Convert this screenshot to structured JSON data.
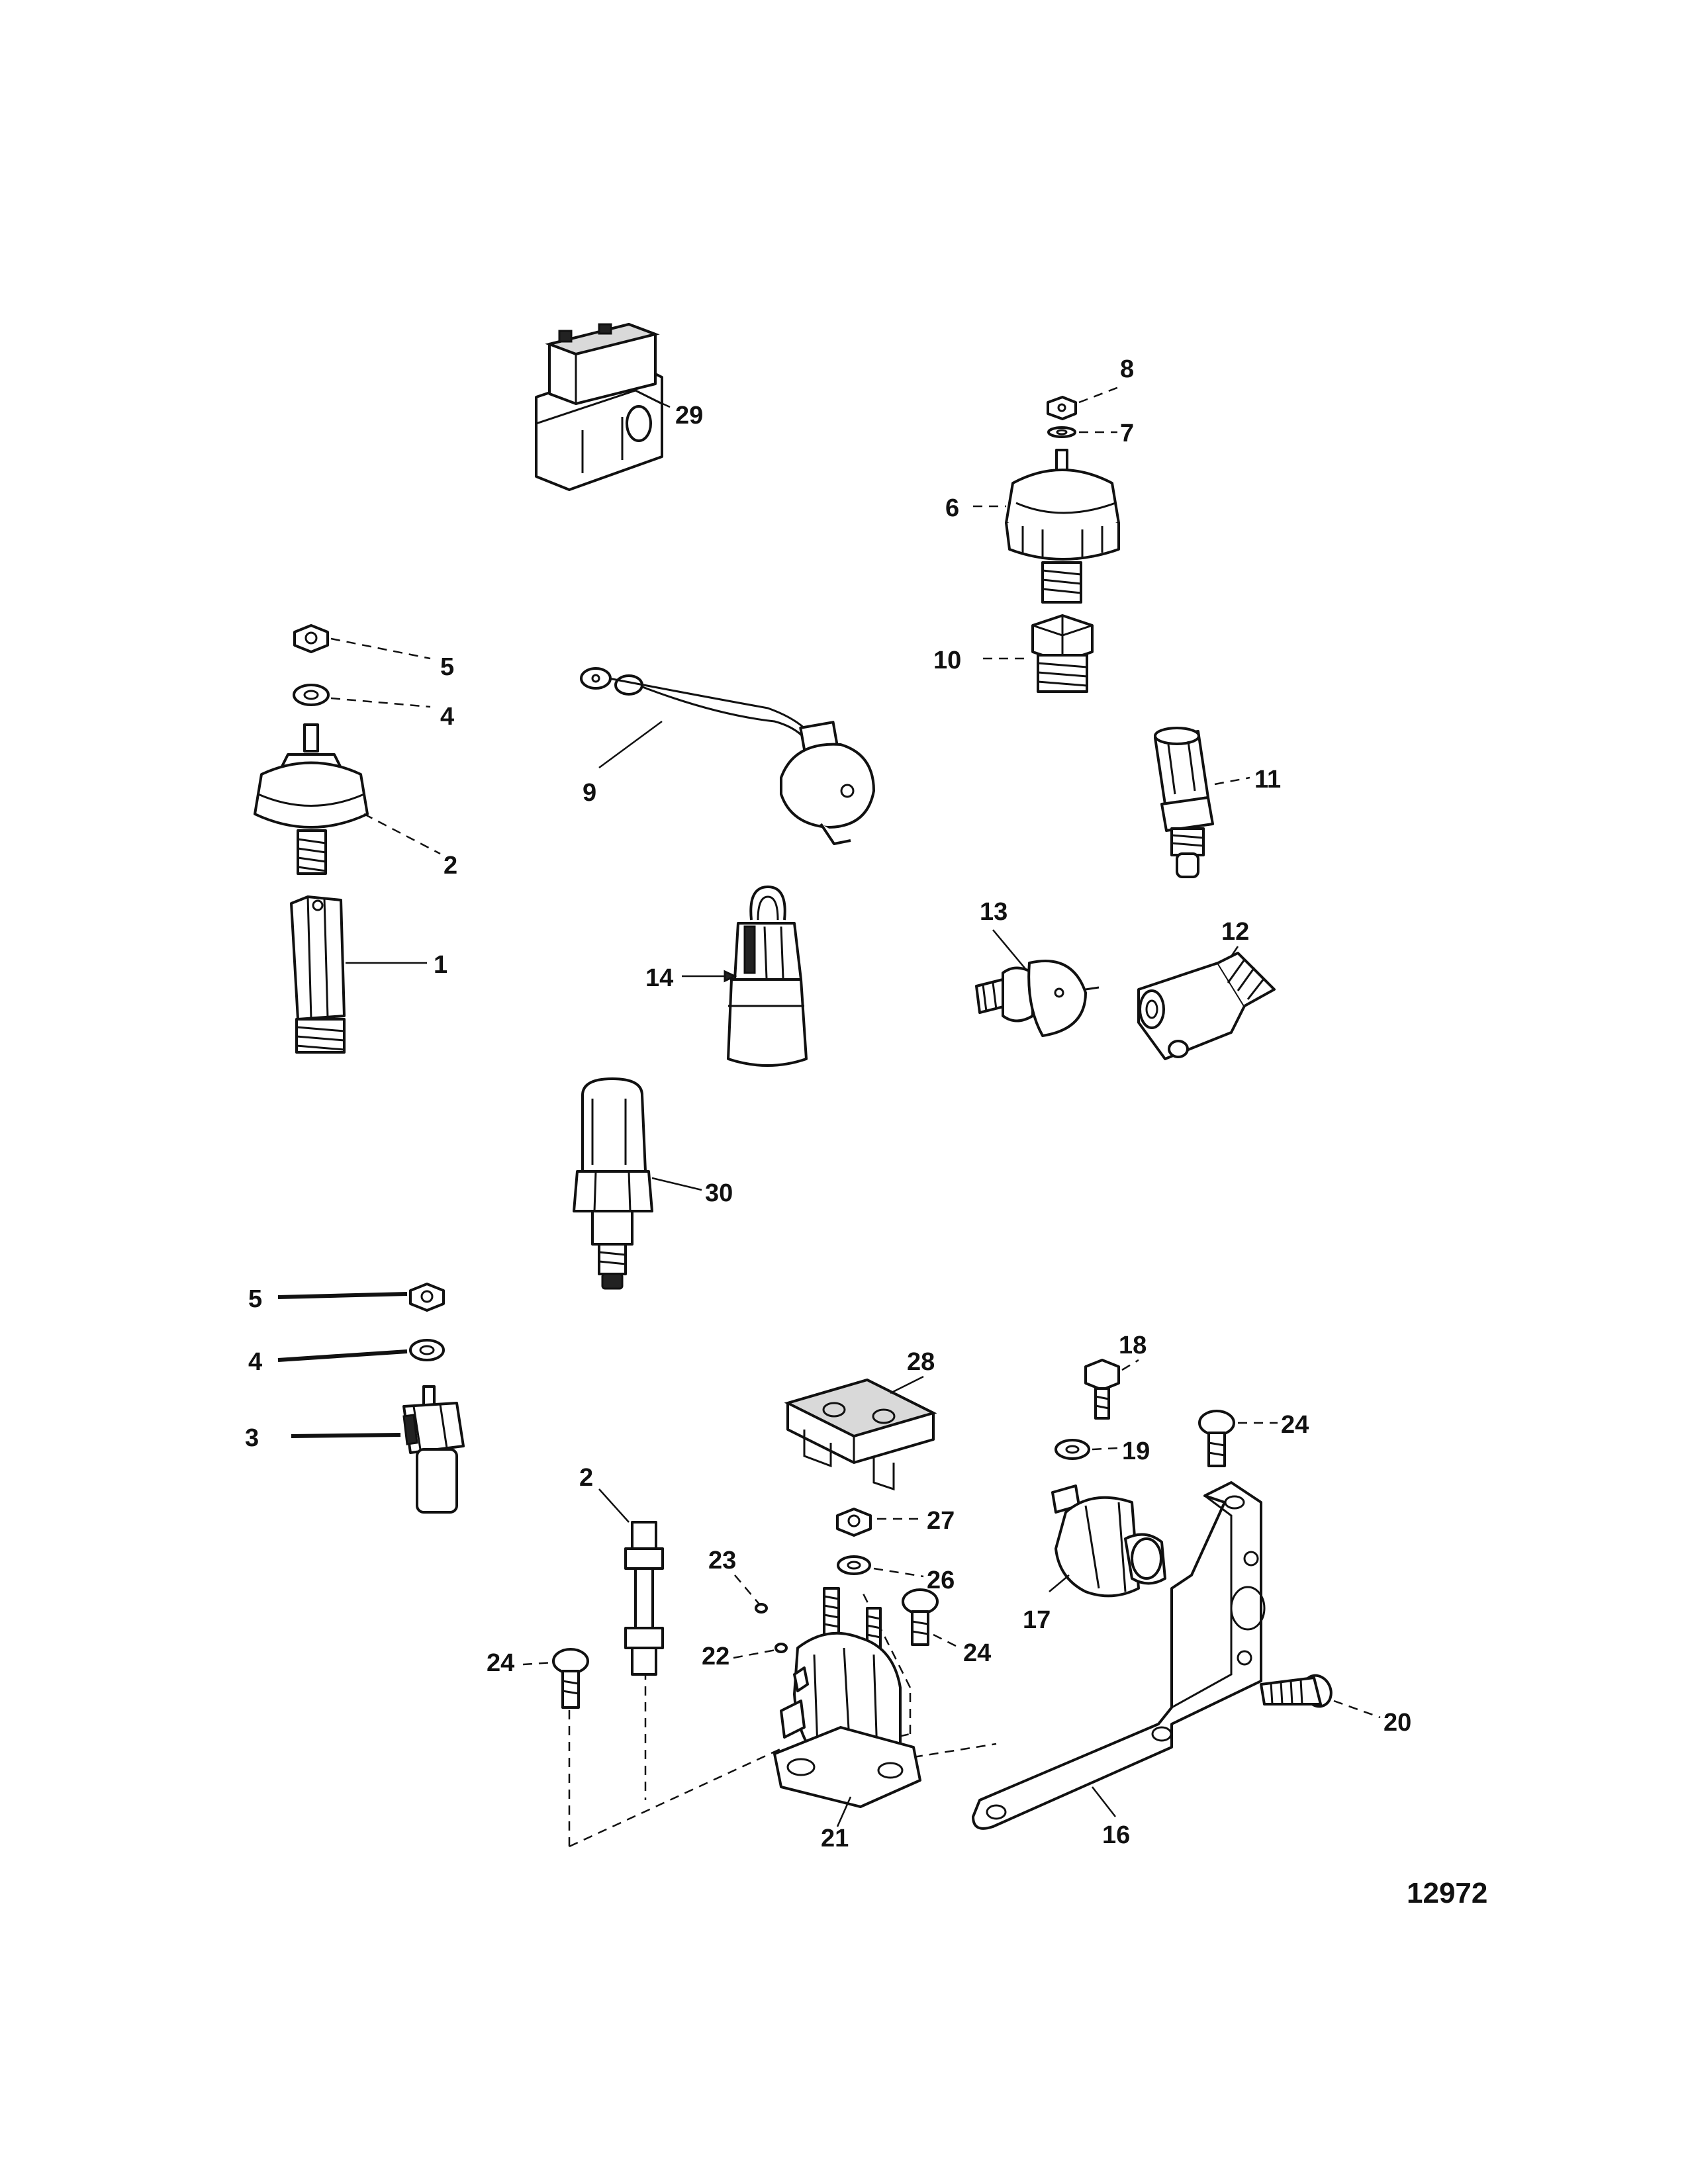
{
  "figure_number": "12972",
  "callouts": {
    "c1": "1",
    "c2a": "2",
    "c2b": "2",
    "c3": "3",
    "c4a": "4",
    "c4b": "4",
    "c5a": "5",
    "c5b": "5",
    "c6": "6",
    "c7": "7",
    "c8": "8",
    "c9": "9",
    "c10": "10",
    "c11": "11",
    "c12": "12",
    "c13": "13",
    "c14": "14",
    "c16": "16",
    "c17": "17",
    "c18": "18",
    "c19": "19",
    "c20": "20",
    "c21": "21",
    "c22": "22",
    "c23": "23",
    "c24a": "24",
    "c24b": "24",
    "c24c": "24",
    "c26": "26",
    "c27": "27",
    "c28": "28",
    "c29": "29",
    "c30": "30"
  }
}
